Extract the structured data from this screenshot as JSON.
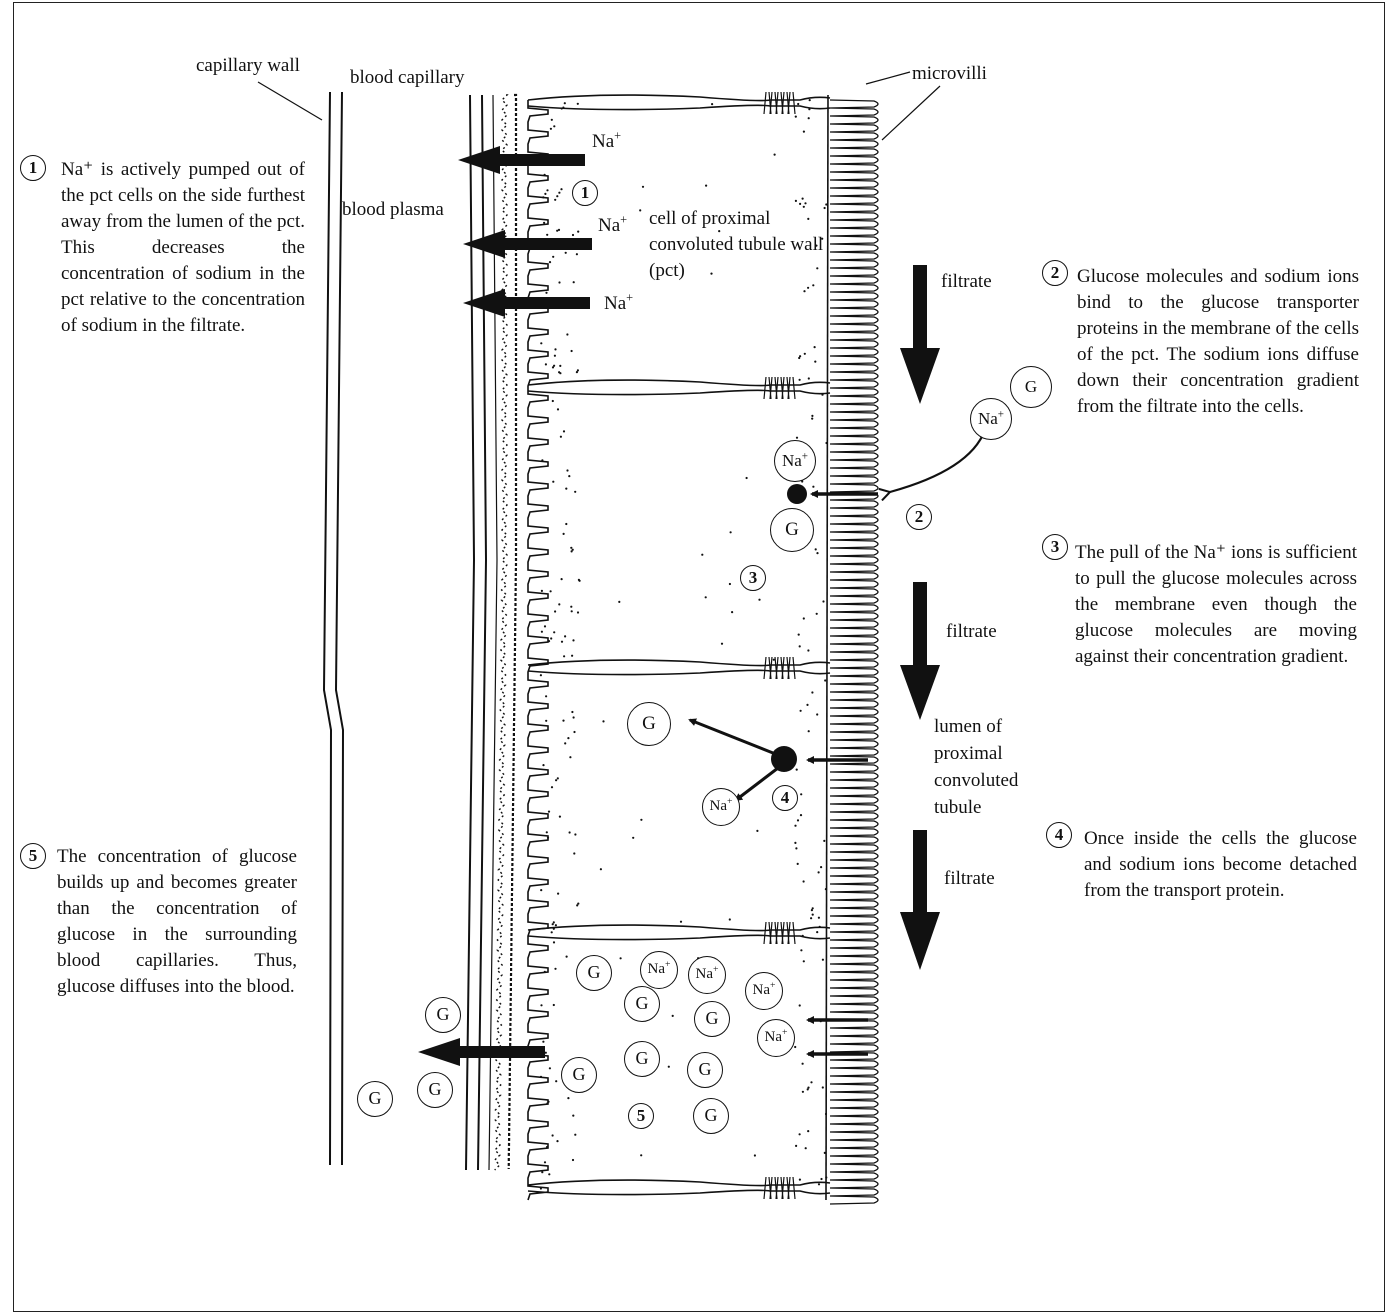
{
  "labels": {
    "capillary_wall": "capillary wall",
    "blood_capillary": "blood capillary",
    "microvilli": "microvilli",
    "blood_plasma": "blood plasma",
    "pct_cell": "cell of proximal convoluted tubule wall (pct)",
    "filtrate": "filtrate",
    "lumen": "lumen of proximal convoluted tubule",
    "na_ion": "Na",
    "na_charge": "+",
    "glucose": "G"
  },
  "steps": [
    {
      "number": "1",
      "text": "Na⁺ is actively pumped out of the pct cells on the side furthest away from the lumen of the pct. This decreases the concentration of sodium in the pct relative to the concentration of sodium in the filtrate."
    },
    {
      "number": "2",
      "text": "Glucose molecules and sodium ions bind to the glucose transporter proteins in the membrane of the cells of the pct. The sodium ions diffuse down their concentration gradient from the filtrate into the cells."
    },
    {
      "number": "3",
      "text": "The pull of the Na⁺ ions is sufficient to pull the glucose molecules across the membrane even though the glucose molecules are moving against their concentration gradient."
    },
    {
      "number": "4",
      "text": "Once inside the cells the glucose and sodium ions become detached from the transport protein."
    },
    {
      "number": "5",
      "text": "The concentration of glucose builds up and becomes greater than the concentration of glucose in the surrounding blood capillaries. Thus, glucose diffuses into the blood."
    }
  ],
  "colors": {
    "ink": "#111111",
    "background": "#ffffff"
  }
}
